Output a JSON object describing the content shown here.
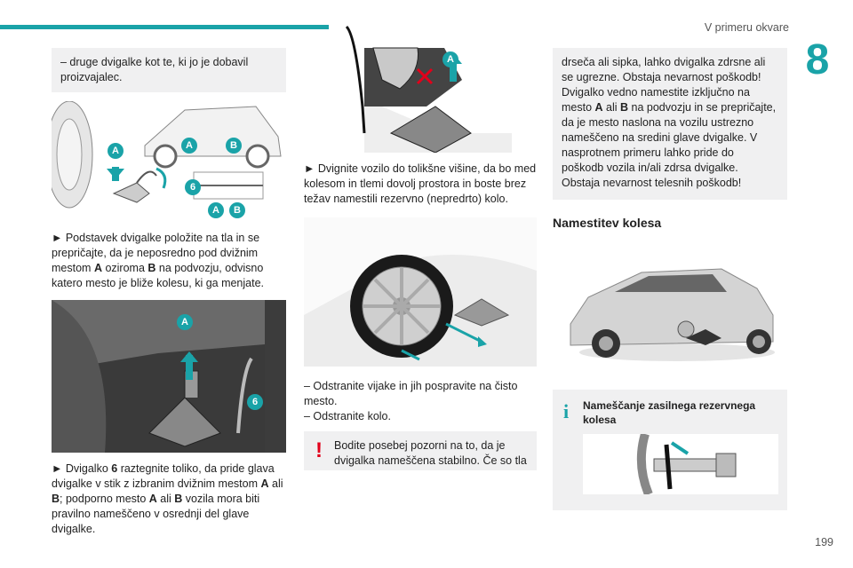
{
  "header": {
    "section_title": "V primeru okvare",
    "chapter_number": "8",
    "page_number": "199"
  },
  "col1": {
    "intro_note": "– druge dvigalke kot te, ki jo je dobavil proizvajalec.",
    "fig1_labels": {
      "a": "A",
      "b": "B",
      "six": "6"
    },
    "step1": {
      "prefix": "► Podstavek dvigalke položite na tla in se prepričajte, da je neposredno pod dvižnim mestom ",
      "a": "A",
      "mid": " oziroma ",
      "b": "B",
      "suffix": " na podvozju, odvisno katero mesto je bliže kolesu, ki ga menjate."
    },
    "fig2_labels": {
      "a": "A",
      "six": "6"
    },
    "step2": {
      "p1": "► Dvigalko ",
      "six": "6",
      "p2": " raztegnite toliko, da pride glava dvigalke v stik z izbranim dvižnim mestom ",
      "a": "A",
      "p3": " ali ",
      "b": "B",
      "p4": "; podporno mesto ",
      "a2": "A",
      "p5": " ali ",
      "b2": "B",
      "p6": " vozila mora biti pravilno nameščeno v osrednji del glave dvigalke."
    }
  },
  "col2": {
    "fig3_label": "A",
    "step3": "► Dvignite vozilo do tolikšne višine, da bo med kolesom in tlemi dovolj prostora in boste brez težav namestili rezervno (nepredrto) kolo.",
    "step4a": "– Odstranite vijake in jih pospravite na čisto mesto.",
    "step4b": "– Odstranite kolo.",
    "warning_icon": "!",
    "warning_text": "Bodite posebej pozorni na to, da je dvigalka nameščena stabilno. Če so tla"
  },
  "col3": {
    "warning_cont": {
      "p1": "drseča ali sipka, lahko dvigalka zdrsne ali se ugrezne. Obstaja nevarnost poškodb! Dvigalko vedno namestite izključno na mesto ",
      "a": "A",
      "p2": " ali ",
      "b": "B",
      "p3": " na podvozju in se prepričajte, da je mesto naslona na vozilu ustrezno nameščeno na sredini glave dvigalke. V nasprotnem primeru lahko pride do poškodb vozila in/ali zdrsa dvigalke. Obstaja nevarnost telesnih poškodb!"
    },
    "section_title": "Namestitev kolesa",
    "info_icon": "i",
    "info_title": "Nameščanje zasilnega rezervnega kolesa"
  },
  "colors": {
    "accent": "#1aa3a8",
    "warning": "#e2001a",
    "box": "#f0f0f1"
  }
}
